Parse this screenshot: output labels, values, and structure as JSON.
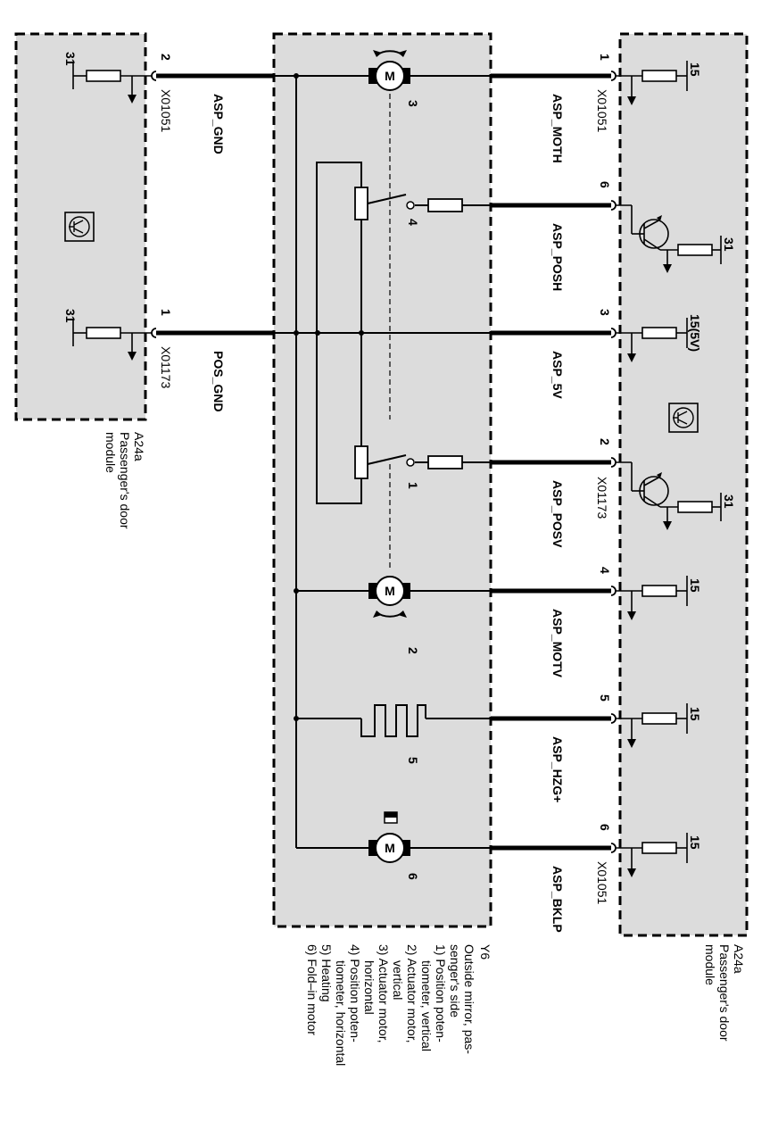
{
  "modules": {
    "right": {
      "code": "A24a",
      "name_line1": "Passenger's door",
      "name_line2": "module"
    },
    "left": {
      "code": "A24a",
      "name_line1": "Passenger's door",
      "name_line2": "module"
    },
    "mirror": {
      "code": "Y6",
      "lines": [
        "Outside mirror, pas-",
        "senger's side",
        "1) Position poten-",
        "tiometer, vertical",
        "2) Actuator motor,",
        "vertical",
        "3) Actuator motor,",
        "horizontal",
        "4) Position poten-",
        "tiometer, horizontal",
        "5) Heating",
        "6) Fold–in motor"
      ]
    }
  },
  "signals": {
    "asp_moth": "ASP_MOTH",
    "asp_posh": "ASP_POSH",
    "asp_5v": "ASP_5V",
    "asp_posv": "ASP_POSV",
    "asp_motv": "ASP_MOTV",
    "asp_hzg": "ASP_HZG+",
    "asp_bklp": "ASP_BKLP",
    "asp_gnd": "ASP_GND",
    "pos_gnd": "POS_GND"
  },
  "connectors": {
    "x01051": "X01051",
    "x01173": "X01173"
  },
  "pins": {
    "moth": "1",
    "posh": "6",
    "v5": "3",
    "posv": "2",
    "motv": "4",
    "hzg": "5",
    "bklp": "6",
    "gnd": "2",
    "posgnd": "1"
  },
  "components": {
    "c1": "1",
    "c2": "2",
    "c3": "3",
    "c4": "4",
    "c5": "5",
    "c6": "6"
  },
  "supply": {
    "t15": "15",
    "t31": "31",
    "t15_5v": "15(5V)",
    "motor_symbol": "M"
  }
}
